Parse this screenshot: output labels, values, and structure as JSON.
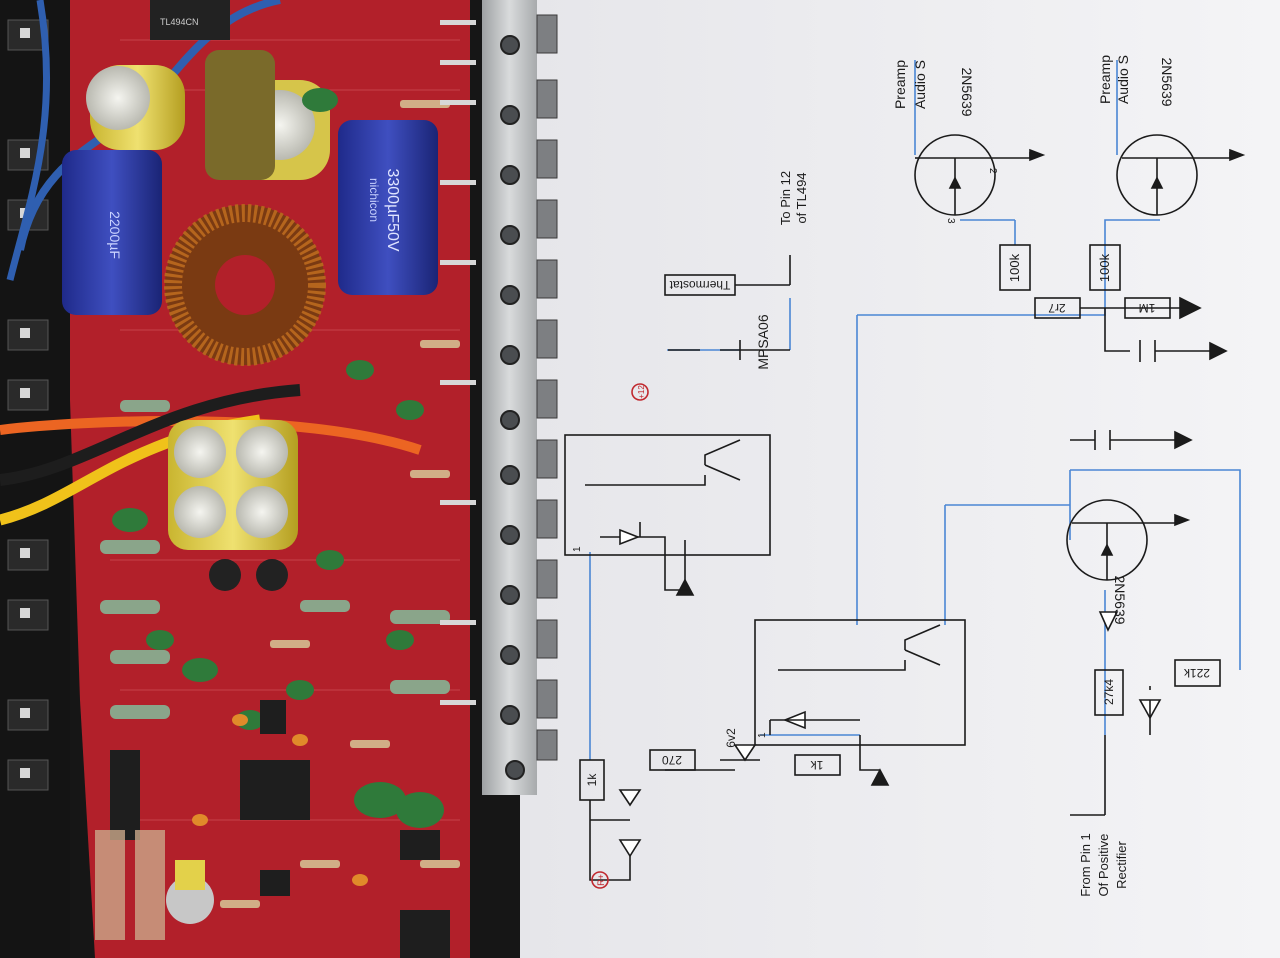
{
  "photo": {
    "subject": "amplifier circuit board beside a printed schematic",
    "colors": {
      "pcb": "#b2202a",
      "pcb_dark": "#7e1219",
      "heatsink": "#c9cbcc",
      "paper": "#f1f1f3",
      "trace": "#4a86d4",
      "ink": "#1b1b1b"
    }
  },
  "schematic": {
    "preamp_label": "Preamp",
    "audio_label_1": "Audio S",
    "audio_label_2": "Audio S",
    "jfet_part": "2N5639",
    "transistor_part": "MPSA06",
    "thermostat_label": "Thermostat",
    "pin_note_line1": "To Pin 12",
    "pin_note_line2": "of TL494",
    "resistors": {
      "r_100k": "100k",
      "r_2r7": "2r7",
      "r_1m": "1M",
      "r_27k4": "27k4",
      "r_221k": "221k",
      "r_1k_a": "1k",
      "r_1k_b": "1k",
      "r_270": "270"
    },
    "zener_label": "6v2",
    "rail_label": "R+",
    "supply_label": "+12",
    "pin_1": "1",
    "pin_2": "2",
    "pin_3": "3",
    "source_line1": "From Pin 1",
    "source_line2": "Of Positive",
    "source_line3": "Rectifier"
  },
  "board": {
    "cap_text_1": "3300µF50V",
    "cap_text_2": "2200µF",
    "cap_text_3": "nichicon",
    "ic_text": "TL494CN"
  }
}
